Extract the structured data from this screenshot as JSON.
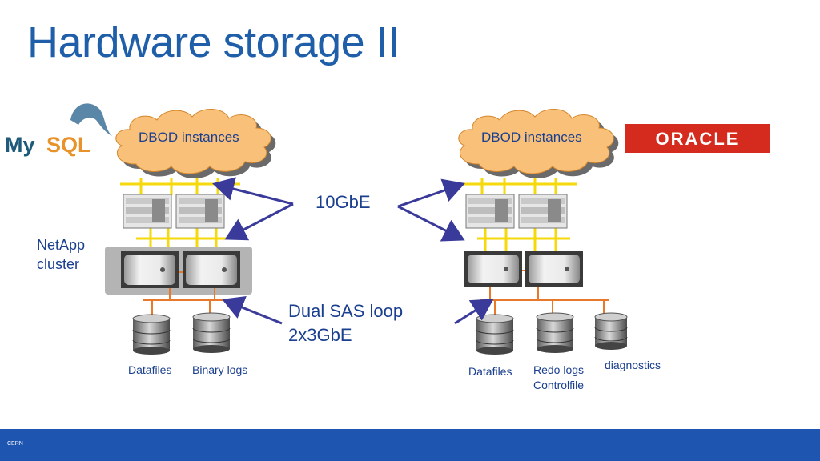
{
  "slide": {
    "title": "Hardware storage II"
  },
  "left": {
    "cloud_label": "DBOD instances",
    "cluster_label_line1": "NetApp",
    "cluster_label_line2": "cluster",
    "disk1_label": "Datafiles",
    "disk2_label": "Binary logs",
    "logo_text": "MySQL"
  },
  "right": {
    "cloud_label": "DBOD instances",
    "disk1_label": "Datafiles",
    "disk2_label_line1": "Redo logs",
    "disk2_label_line2": "Controlfile",
    "disk3_label": "diagnostics",
    "logo_text": "ORACLE"
  },
  "center": {
    "network_label": "10GbE",
    "sas_line1": "Dual SAS loop",
    "sas_line2": "2x3GbE"
  },
  "footer": {
    "logo_text": "CERN"
  },
  "colors": {
    "title": "#1f5ea8",
    "cloud_fill": "#f9c07a",
    "network_line": "#f5d90a",
    "sas_line": "#e8782a",
    "arrow": "#3a3a9a",
    "footer": "#1d55b0",
    "oracle_red": "#d52b1e"
  }
}
